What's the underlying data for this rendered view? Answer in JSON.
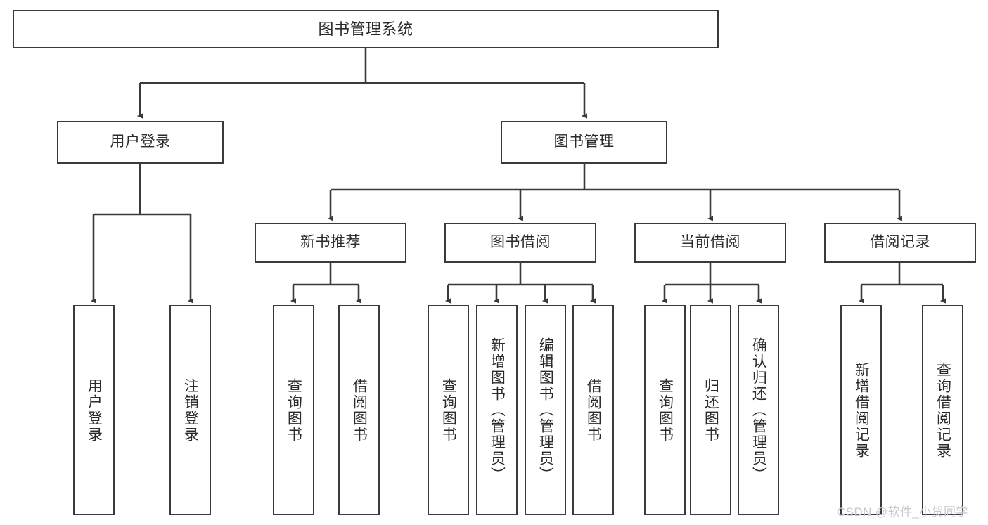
{
  "diagram": {
    "title": "图书管理系统",
    "type": "tree-hierarchy",
    "root": {
      "id": "root",
      "label": "图书管理系统"
    },
    "level1": [
      {
        "id": "user-login",
        "label": "用户登录"
      },
      {
        "id": "book-manage",
        "label": "图书管理"
      }
    ],
    "level2": [
      {
        "id": "new-book-recommend",
        "label": "新书推荐",
        "parent": "book-manage"
      },
      {
        "id": "book-borrow",
        "label": "图书借阅",
        "parent": "book-manage"
      },
      {
        "id": "current-borrow",
        "label": "当前借阅",
        "parent": "book-manage"
      },
      {
        "id": "borrow-record",
        "label": "借阅记录",
        "parent": "book-manage"
      }
    ],
    "leaves": [
      {
        "id": "leaf-user-login",
        "label": "用户登录",
        "parent": "user-login"
      },
      {
        "id": "leaf-logout",
        "label": "注销登录",
        "parent": "user-login"
      },
      {
        "id": "leaf-query-book-1",
        "label": "查询图书",
        "parent": "new-book-recommend"
      },
      {
        "id": "leaf-borrow-book-1",
        "label": "借阅图书",
        "parent": "new-book-recommend"
      },
      {
        "id": "leaf-query-book-2",
        "label": "查询图书",
        "parent": "book-borrow"
      },
      {
        "id": "leaf-add-book",
        "label": "新增图书（管理员）",
        "parent": "book-borrow"
      },
      {
        "id": "leaf-edit-book",
        "label": "编辑图书（管理员）",
        "parent": "book-borrow"
      },
      {
        "id": "leaf-borrow-book-2",
        "label": "借阅图书",
        "parent": "book-borrow"
      },
      {
        "id": "leaf-query-book-3",
        "label": "查询图书",
        "parent": "current-borrow"
      },
      {
        "id": "leaf-return-book",
        "label": "归还图书",
        "parent": "current-borrow"
      },
      {
        "id": "leaf-confirm-return",
        "label": "确认归还（管理员）",
        "parent": "current-borrow"
      },
      {
        "id": "leaf-add-record",
        "label": "新增借阅记录",
        "parent": "borrow-record"
      },
      {
        "id": "leaf-query-record",
        "label": "查询借阅记录",
        "parent": "borrow-record"
      }
    ],
    "colors": {
      "stroke": "#3a3a3a",
      "box_fill": "#ffffff",
      "text": "#2b2b2b",
      "watermark": "#c9c9c9",
      "background": "#ffffff"
    }
  },
  "watermark": {
    "text": "CSDN @软件_小贺同学"
  }
}
